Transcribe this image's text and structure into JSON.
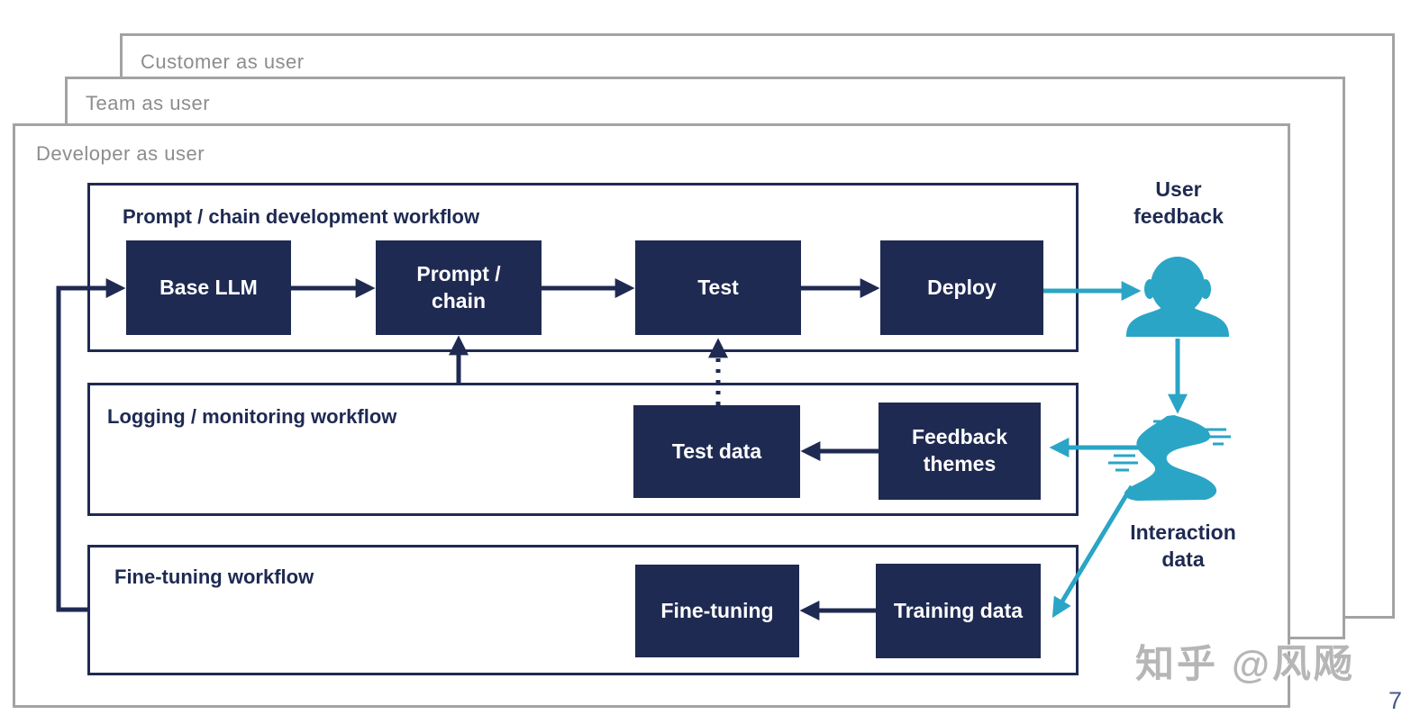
{
  "colors": {
    "navy": "#1f2a52",
    "teal": "#2aa5c5",
    "frame_border": "#a3a3a3",
    "frame_label_gray": "#8d8d8d"
  },
  "frames": [
    {
      "label": "Customer as user"
    },
    {
      "label": "Team as user"
    },
    {
      "label": "Developer as user"
    }
  ],
  "workflows": [
    {
      "title": "Prompt / chain development workflow",
      "boxes": [
        "Base LLM",
        "Prompt / chain",
        "Test",
        "Deploy"
      ]
    },
    {
      "title": "Logging / monitoring workflow",
      "boxes": [
        "Test data",
        "Feedback themes"
      ]
    },
    {
      "title": "Fine-tuning workflow",
      "boxes": [
        "Fine-tuning",
        "Training data"
      ]
    }
  ],
  "annotations": {
    "user_feedback": "User feedback",
    "interaction_data": "Interaction data"
  },
  "icons": {
    "user": "person-silhouette-icon",
    "river": "interaction-data-stream-icon"
  },
  "watermark": "知乎 @风飏",
  "page_number": "7"
}
